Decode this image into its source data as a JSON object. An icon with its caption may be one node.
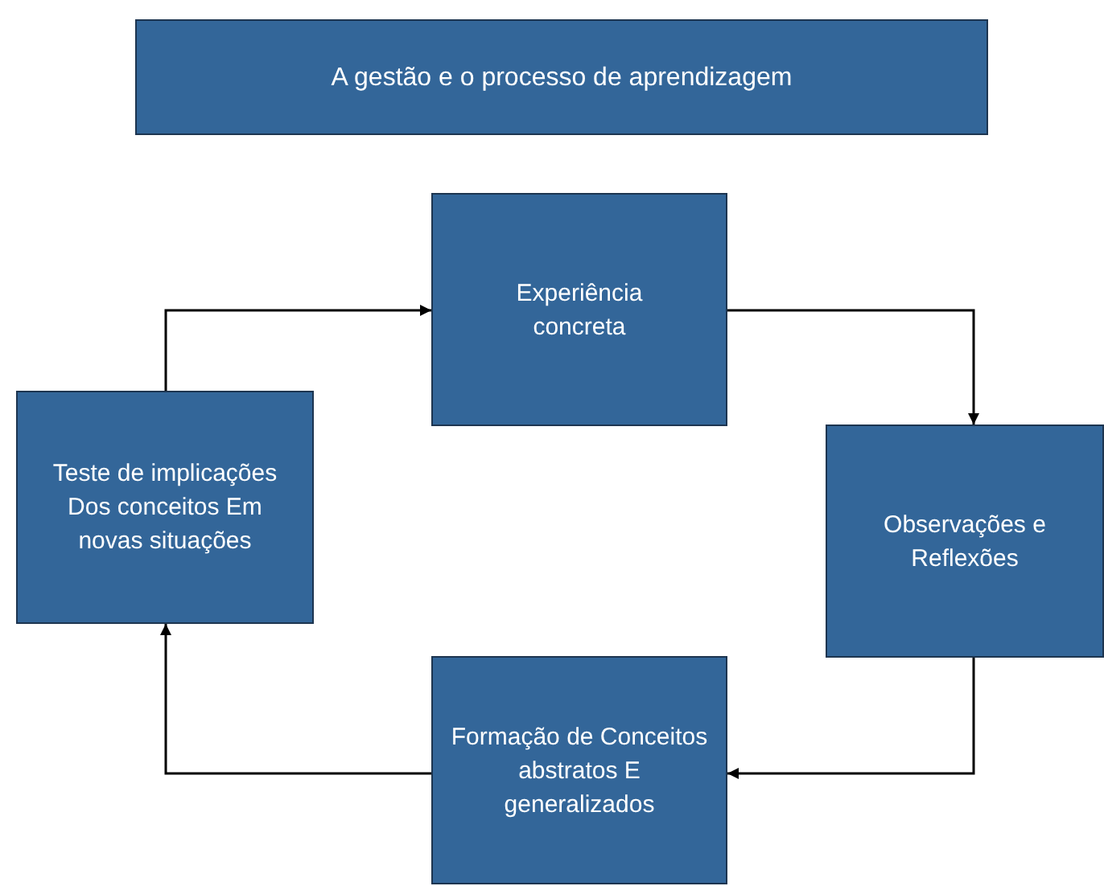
{
  "diagram": {
    "nodes": [
      {
        "text": [
          "A gestão e o processo de aprendizagem"
        ]
      },
      {
        "text": [
          "Experiência concreta"
        ]
      },
      {
        "text": [
          "Teste de implicações Dos conceitos Em novas situações"
        ]
      },
      {
        "text": [
          "Observações e Reflexões"
        ]
      },
      {
        "text": [
          "Formação de Conceitos abstratos E generalizados"
        ]
      }
    ],
    "edges": [
      {
        "from": 2,
        "to": 1,
        "arrow": "to"
      },
      {
        "from": 1,
        "to": 3,
        "arrow": "to"
      },
      {
        "from": 3,
        "to": 4,
        "arrow": "to"
      },
      {
        "from": 4,
        "to": 2,
        "arrow": "to"
      }
    ]
  }
}
